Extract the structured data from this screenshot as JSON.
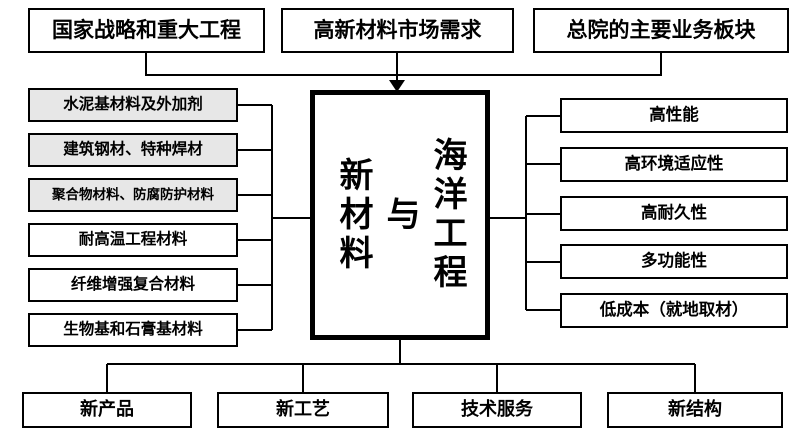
{
  "diagram": {
    "top_row": [
      {
        "label": "国家战略和重大工程"
      },
      {
        "label": "高新材料市场需求"
      },
      {
        "label": "总院的主要业务板块"
      }
    ],
    "center": {
      "right_text": "海洋工程",
      "middle_text": "与",
      "left_text": "新材料"
    },
    "left_column": [
      {
        "label": "水泥基材料及外加剂",
        "highlighted": true
      },
      {
        "label": "建筑钢材、特种焊材",
        "highlighted": true
      },
      {
        "label": "聚合物材料、防腐防护材料",
        "highlighted": true
      },
      {
        "label": "耐高温工程材料",
        "highlighted": false
      },
      {
        "label": "纤维增强复合材料",
        "highlighted": false
      },
      {
        "label": "生物基和石膏基材料",
        "highlighted": false
      }
    ],
    "right_column": [
      {
        "label": "高性能"
      },
      {
        "label": "高环境适应性"
      },
      {
        "label": "高耐久性"
      },
      {
        "label": "多功能性"
      },
      {
        "label": "低成本（就地取材）"
      }
    ],
    "bottom_row": [
      {
        "label": "新产品"
      },
      {
        "label": "新工艺"
      },
      {
        "label": "技术服务"
      },
      {
        "label": "新结构"
      }
    ],
    "colors": {
      "line": "#000000",
      "box_fill": "#ffffff",
      "highlight_fill": "#e7e7e7"
    }
  }
}
